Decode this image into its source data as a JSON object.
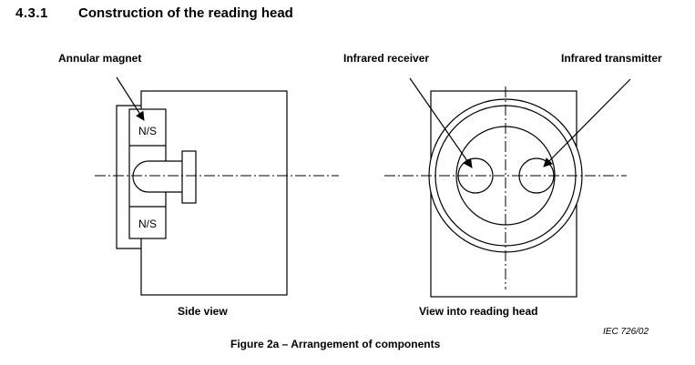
{
  "section": {
    "number": "4.3.1",
    "title": "Construction of the reading head"
  },
  "labels": {
    "annular_magnet": "Annular magnet",
    "infrared_receiver": "Infrared receiver",
    "infrared_transmitter": "Infrared transmitter",
    "pole_top": "N/S",
    "pole_bottom": "N/S"
  },
  "captions": {
    "side_view": "Side view",
    "view_into_head": "View into reading head"
  },
  "figure": {
    "caption": "Figure 2a – Arrangement of components",
    "reference": "IEC   726/02"
  }
}
